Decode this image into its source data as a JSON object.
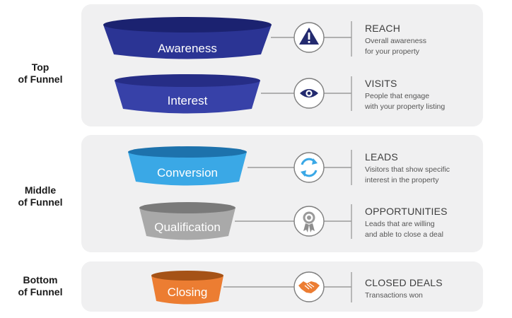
{
  "groups": {
    "top": [
      "Top",
      "of Funnel"
    ],
    "middle": [
      "Middle",
      "of Funnel"
    ],
    "bottom": [
      "Bottom",
      "of Funnel"
    ]
  },
  "stages": [
    {
      "name": "Awareness",
      "icon": "warning-icon",
      "metric": "REACH",
      "desc": [
        "Overall awareness",
        "for your property"
      ],
      "color": "#2b3494"
    },
    {
      "name": "Interest",
      "icon": "eye-icon",
      "metric": "VISITS",
      "desc": [
        "People that engage",
        "with your property listing"
      ],
      "color": "#3741a8"
    },
    {
      "name": "Conversion",
      "icon": "refresh-icon",
      "metric": "LEADS",
      "desc": [
        "Visitors that show specific",
        "interest in the property"
      ],
      "color": "#3aa8e6"
    },
    {
      "name": "Qualification",
      "icon": "award-ribbon-icon",
      "metric": "OPPORTUNITIES",
      "desc": [
        "Leads that are willing",
        "and able to close a deal"
      ],
      "color": "#a9a9a9"
    },
    {
      "name": "Closing",
      "icon": "handshake-icon",
      "metric": "CLOSED DEALS",
      "desc": [
        "Transactions won"
      ],
      "color": "#ec7d32"
    }
  ]
}
